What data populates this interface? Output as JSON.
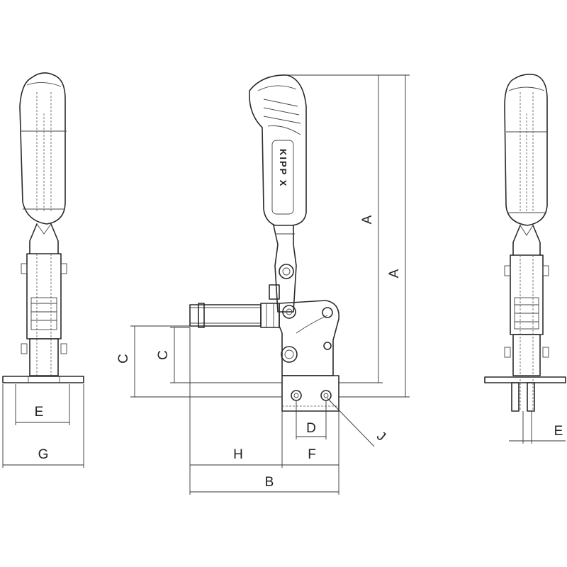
{
  "labels": {
    "A_inner": "A",
    "A_outer": "A",
    "B": "B",
    "C_left": "C",
    "C_right": "C",
    "D": "D",
    "E_left": "E",
    "E_right": "E",
    "F": "F",
    "G": "G",
    "H": "H",
    "J": "J"
  },
  "brand_text": "KIPP X"
}
